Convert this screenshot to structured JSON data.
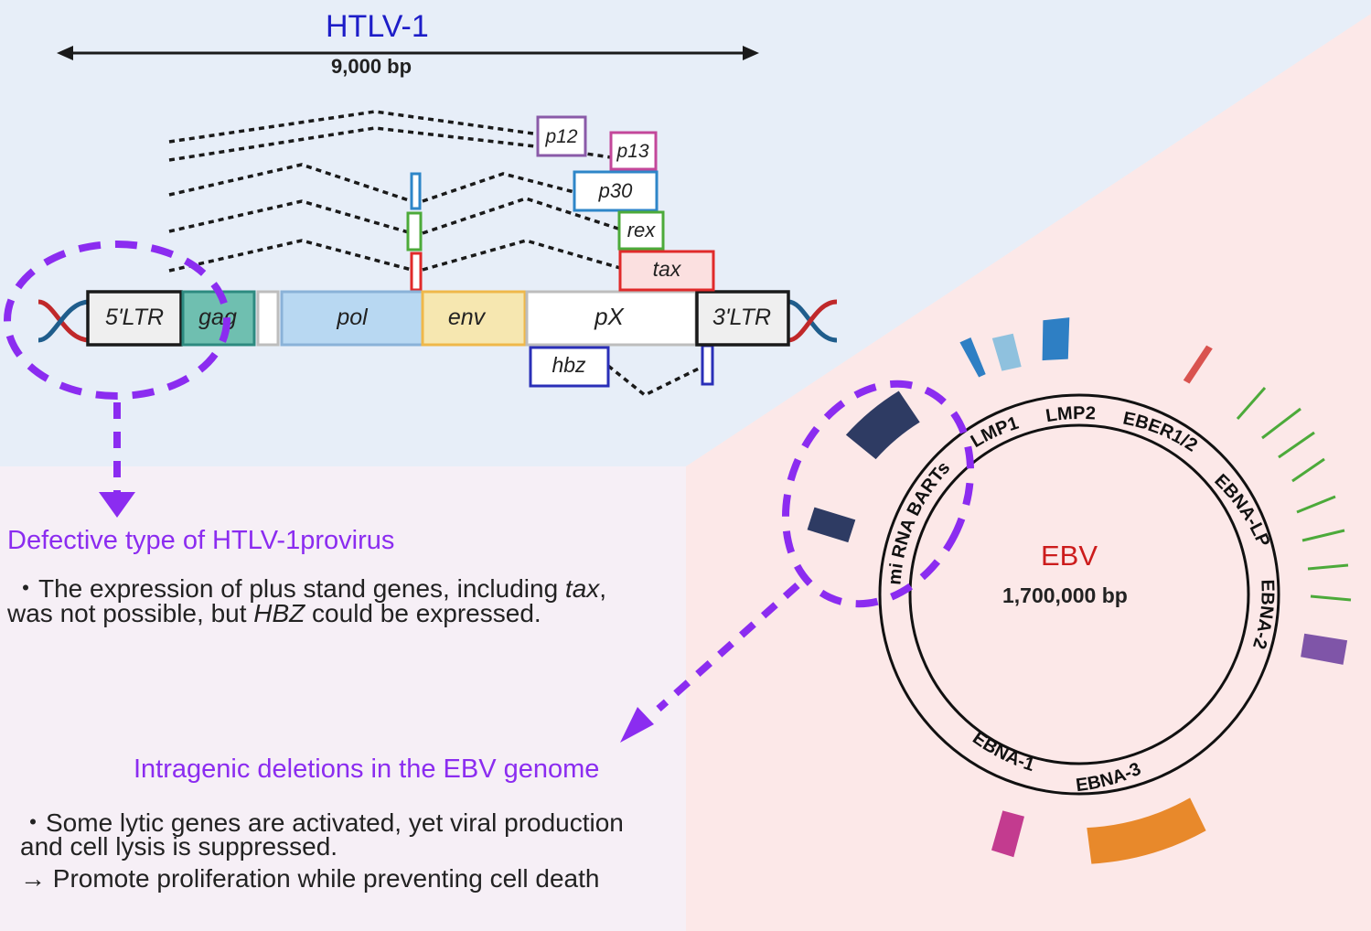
{
  "colors": {
    "htlv_background": "#e7eef8",
    "ebv_background": "#fce8e8",
    "lower_left_background": "#f6eff6",
    "accent_purple": "#8b2cf0",
    "htlv_title": "#1d1dc8",
    "ebv_title": "#cc1c1c"
  },
  "htlv": {
    "title": "HTLV-1",
    "length": "9,000 bp",
    "genome_segments": {
      "ltr5": "5'LTR",
      "gag": "gag",
      "pol": "pol",
      "env": "env",
      "px": "pX",
      "ltr3": "3'LTR"
    },
    "spliced_products": {
      "p12": "p12",
      "p13": "p13",
      "p30": "p30",
      "rex": "rex",
      "tax": "tax",
      "hbz": "hbz"
    }
  },
  "defective": {
    "title": "Defective type of HTLV-1provirus",
    "bullet": "・",
    "line1_a": "The expression of plus stand genes, including ",
    "line1_italic": "tax",
    "line1_b": ",",
    "line2_a": "was not possible, but ",
    "line2_italic": "HBZ",
    "line2_b": " could be expressed."
  },
  "intragenic": {
    "title": "Intragenic deletions in the EBV genome",
    "bullet": "・",
    "line1": "Some lytic genes are activated, yet viral production",
    "line2": "and cell lysis is suppressed.",
    "line3": "→ Promote proliferation while preventing cell death"
  },
  "ebv": {
    "title": "EBV",
    "length": "1,700,000 bp",
    "gene_labels": {
      "mirna": "mi RNA BARTs",
      "lmp1": "LMP1",
      "lmp2": "LMP2",
      "eber": "EBER1/2",
      "ebna_lp": "EBNA-LP",
      "ebna2": "EBNA-2",
      "ebna3": "EBNA-3",
      "ebna1": "EBNA-1"
    }
  }
}
